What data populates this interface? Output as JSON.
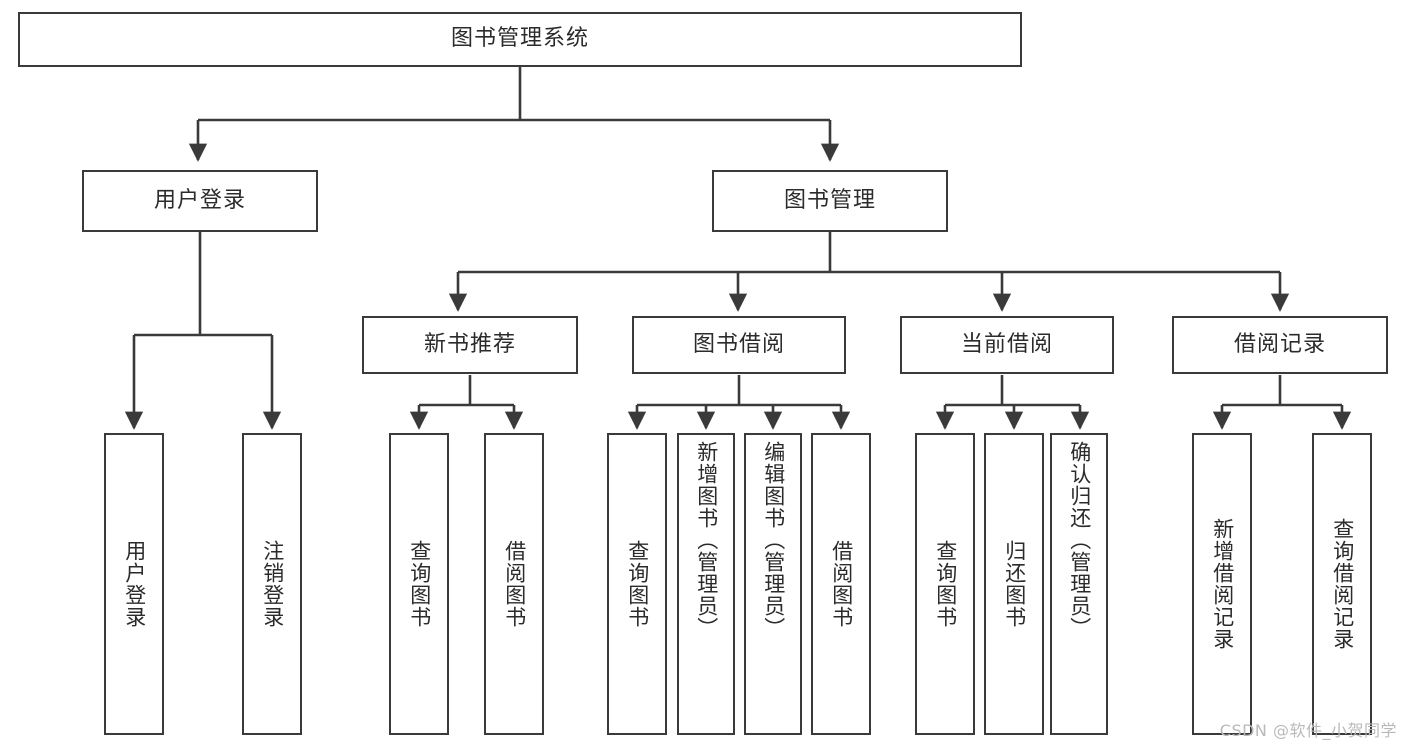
{
  "diagram": {
    "title": "图书管理系统",
    "type": "hierarchy-tree",
    "root": {
      "label": "图书管理系统"
    },
    "level2": [
      {
        "label": "用户登录"
      },
      {
        "label": "图书管理"
      }
    ],
    "level3": [
      {
        "label": "新书推荐"
      },
      {
        "label": "图书借阅"
      },
      {
        "label": "当前借阅"
      },
      {
        "label": "借阅记录"
      }
    ],
    "leaves": {
      "user_login": [
        {
          "label": "用户登录"
        },
        {
          "label": "注销登录"
        }
      ],
      "new_book_recommend": [
        {
          "label": "查询图书"
        },
        {
          "label": "借阅图书"
        }
      ],
      "book_borrow": [
        {
          "label": "查询图书"
        },
        {
          "label": "新增图书（管理员）"
        },
        {
          "label": "编辑图书（管理员）"
        },
        {
          "label": "借阅图书"
        }
      ],
      "current_borrow": [
        {
          "label": "查询图书"
        },
        {
          "label": "归还图书"
        },
        {
          "label": "确认归还（管理员）"
        }
      ],
      "borrow_record": [
        {
          "label": "新增借阅记录"
        },
        {
          "label": "查询借阅记录"
        }
      ]
    }
  },
  "watermark": {
    "text": "CSDN @软件_小贺同学"
  },
  "colors": {
    "box_border": "#3a3a3a",
    "box_fill": "#ffffff",
    "line": "#3a3a3a",
    "text": "#2b2b2b",
    "watermark": "#b9b9b9"
  }
}
